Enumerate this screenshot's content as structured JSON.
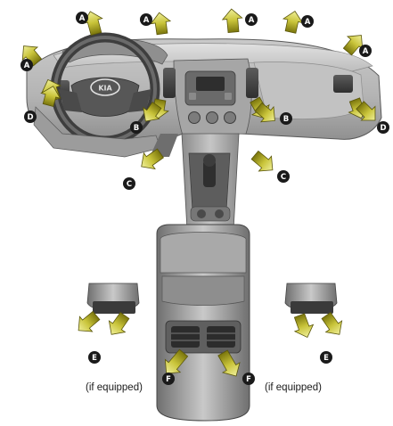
{
  "labels": {
    "a": "A",
    "b": "B",
    "c": "C",
    "d": "D",
    "e": "E",
    "f": "F"
  },
  "notes": {
    "if_equipped_left": "(if equipped)",
    "if_equipped_right": "(if equipped)"
  },
  "colors": {
    "arrow_fill_top": "#e9e98a",
    "arrow_fill_bottom": "#7f7a0e",
    "arrow_stroke": "#5a560c",
    "badge": "#1a1a1a",
    "interior_light": "#d2d2d2",
    "interior_mid": "#a9a9a9",
    "interior_dark": "#4a4a4a"
  },
  "icons": {
    "vent_arrow": "airflow-arrow-icon",
    "brand": "kia-logo"
  }
}
